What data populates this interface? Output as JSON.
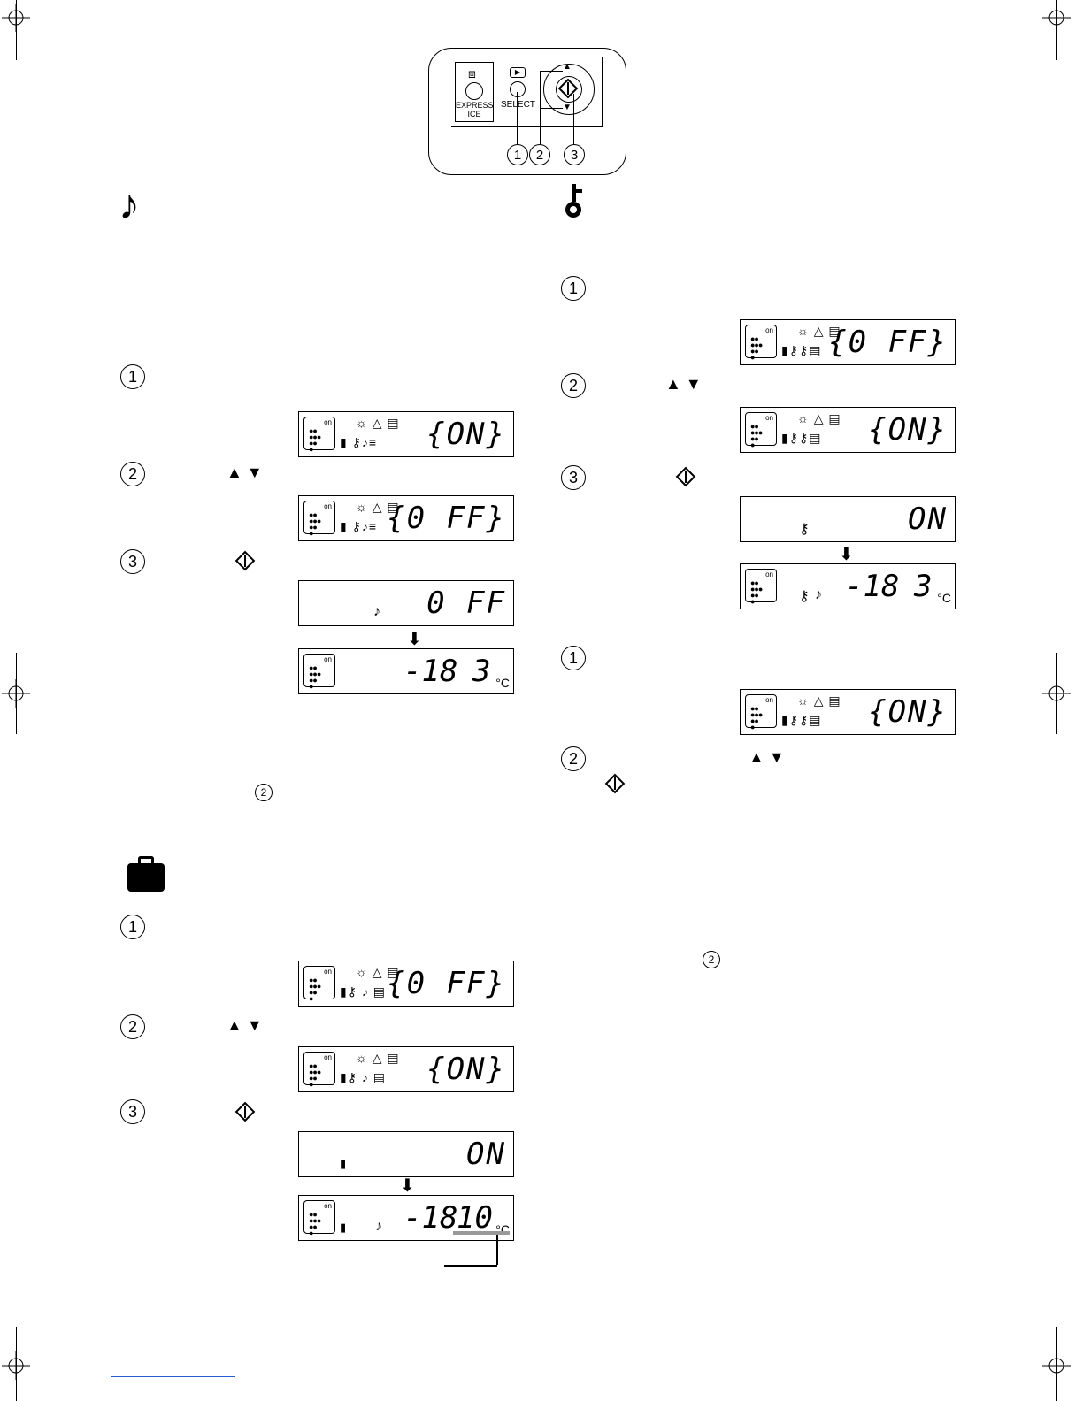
{
  "panel": {
    "express_label": "EXPRESS",
    "ice_label": "ICE",
    "select_label": "SELECT",
    "callouts": [
      "1",
      "2",
      "3"
    ]
  },
  "sections": {
    "sound": {
      "icon": "music-note-icon",
      "steps": [
        "1",
        "2",
        "3"
      ],
      "display_on": "ON",
      "display_off": "0 FF",
      "confirm_value": "0 FF",
      "temp_left": "-18",
      "temp_right": "3",
      "unit": "°C",
      "note_ref": "2"
    },
    "vacation": {
      "icon": "suitcase-icon",
      "steps": [
        "1",
        "2",
        "3"
      ],
      "display_off": "0 FF",
      "display_on": "ON",
      "confirm_value": "ON",
      "temp_left": "-18",
      "temp_right": "10",
      "unit": "°C"
    },
    "child_lock": {
      "icon": "key-icon",
      "steps": [
        "1",
        "2",
        "3"
      ],
      "display_off": "0 FF",
      "display_on": "ON",
      "confirm_value": "ON",
      "temp_left": "-18",
      "temp_right": "3",
      "unit": "°C",
      "release_steps": [
        "1",
        "2"
      ],
      "release_display": "ON",
      "note_ref": "2"
    }
  },
  "lcd": {
    "on_label": "on",
    "icons_top": "☼ △ ▤",
    "up_down": "▲ ▼"
  }
}
